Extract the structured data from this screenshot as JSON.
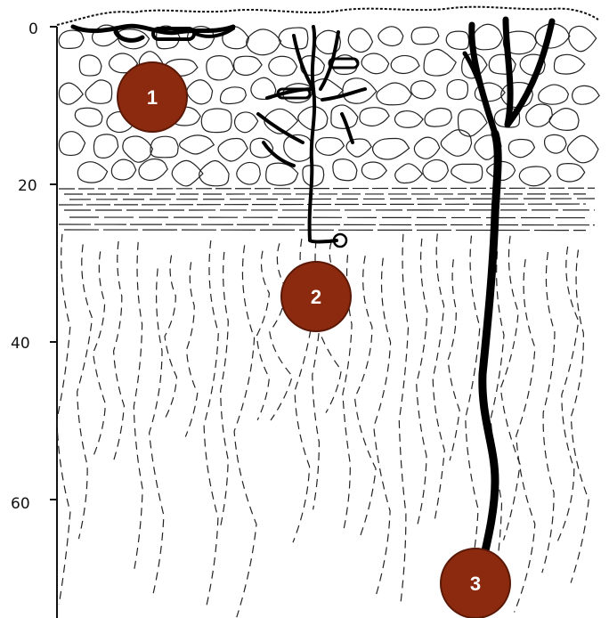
{
  "depth_axis": {
    "ticks": [
      {
        "label": "0",
        "value": 0
      },
      {
        "label": "20",
        "value": 20
      },
      {
        "label": "40",
        "value": 40
      },
      {
        "label": "60",
        "value": 60
      }
    ]
  },
  "markers": [
    {
      "label": "1"
    },
    {
      "label": "2"
    },
    {
      "label": "3"
    }
  ],
  "colors": {
    "marker_fill": "#8B2A0E",
    "marker_stroke": "#5a1806",
    "line": "#111111",
    "root": "#000000",
    "background": "#ffffff"
  }
}
